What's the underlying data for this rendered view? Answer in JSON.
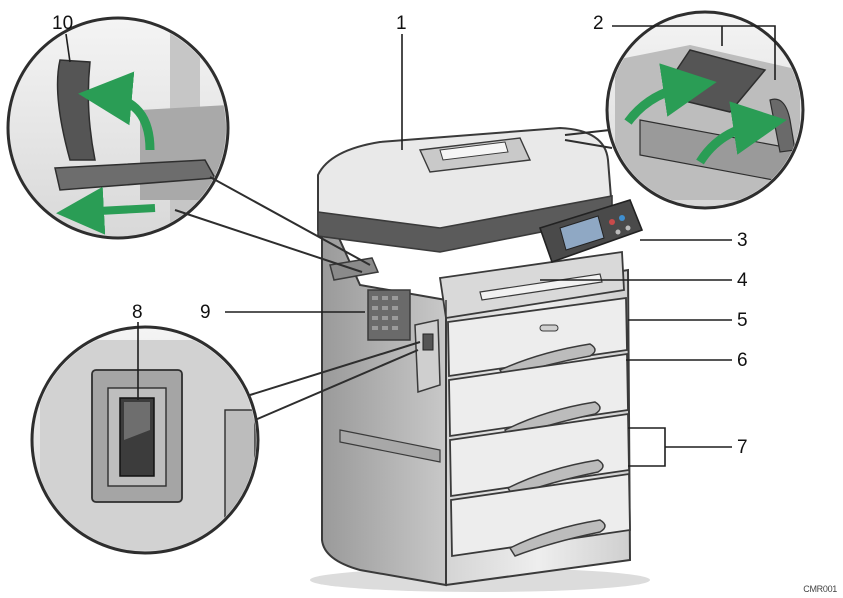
{
  "callouts": {
    "c1": "1",
    "c2": "2",
    "c3": "3",
    "c4": "4",
    "c5": "5",
    "c6": "6",
    "c7": "7",
    "c8": "8",
    "c9": "9",
    "c10": "10"
  },
  "figure_code": "CMR001",
  "colors": {
    "outline": "#3a3a3a",
    "body_light": "#e6e6e6",
    "body_mid": "#bdbdbd",
    "body_dark": "#7a7a7a",
    "panel_dark": "#4a4a4a",
    "arrow_green": "#2a9d55",
    "screen": "#8fa8c4"
  },
  "icons": [
    "arrow-up-curved-icon",
    "arrow-left-icon",
    "power-switch-icon"
  ]
}
